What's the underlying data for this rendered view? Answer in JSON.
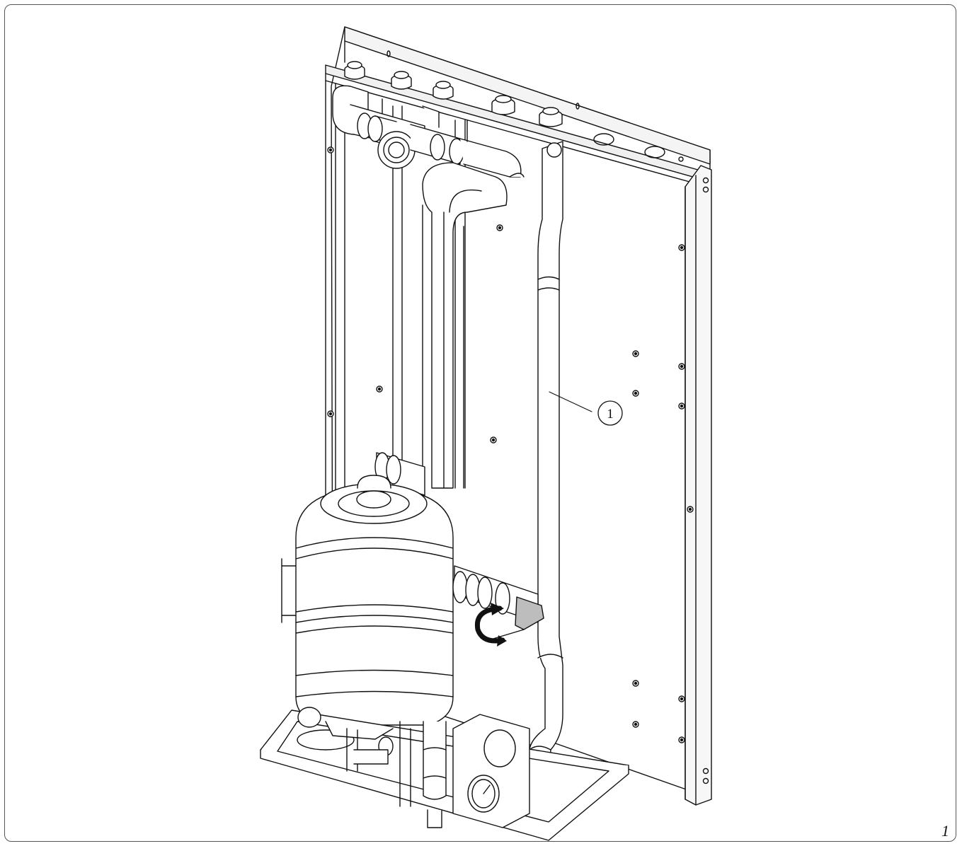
{
  "figure": {
    "number": "1"
  },
  "callouts": [
    {
      "label": "1",
      "target": "insulated-pipe"
    }
  ],
  "icons": [
    "rotation-arrow-icon",
    "pressure-gauge-icon"
  ]
}
